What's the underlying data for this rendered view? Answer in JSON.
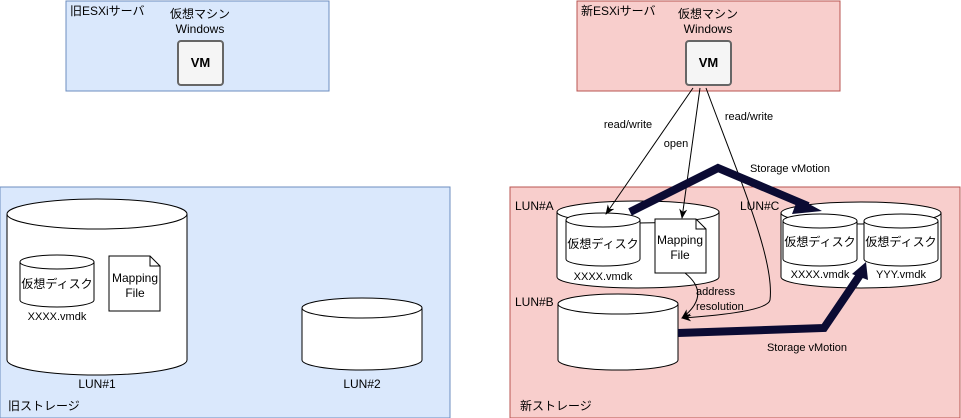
{
  "old_server": {
    "title": "旧ESXiサーバ",
    "vm_caption_1": "仮想マシン",
    "vm_caption_2": "Windows",
    "vm_label": "VM"
  },
  "new_server": {
    "title": "新ESXiサーバ",
    "vm_caption_1": "仮想マシン",
    "vm_caption_2": "Windows",
    "vm_label": "VM"
  },
  "old_storage": {
    "title": "旧ストレージ",
    "lun1": {
      "label": "LUN#1",
      "disk_label": "仮想ディスク",
      "disk_file": "XXXX.vmdk",
      "mapping_line1": "Mapping",
      "mapping_line2": "File"
    },
    "lun2": {
      "label": "LUN#2"
    }
  },
  "new_storage": {
    "title": "新ストレージ",
    "luna": {
      "label": "LUN#A",
      "disk_label": "仮想ディスク",
      "disk_file": "XXXX.vmdk",
      "mapping_line1": "Mapping",
      "mapping_line2": "File"
    },
    "lunb": {
      "label": "LUN#B"
    },
    "lunc": {
      "label": "LUN#C",
      "disk1_label": "仮想ディスク",
      "disk1_file": "XXXX.vmdk",
      "disk2_label": "仮想ディスク",
      "disk2_file": "YYY.vmdk"
    }
  },
  "edges": {
    "read_write_left": "read/write",
    "open": "open",
    "read_write_right": "read/write",
    "address_line1": "address",
    "address_line2": "resolution",
    "svmotion_top": "Storage vMotion",
    "svmotion_bottom": "Storage vMotion"
  },
  "colors": {
    "server_old_fill": "#dae8fc",
    "server_old_stroke": "#6c8ebf",
    "server_new_fill": "#f8cecc",
    "server_new_stroke": "#b85450",
    "vm_fill": "#f5f5f5",
    "vm_stroke": "#666666",
    "vm_text": "#333333",
    "thick_arrow": "#0b0b33"
  }
}
